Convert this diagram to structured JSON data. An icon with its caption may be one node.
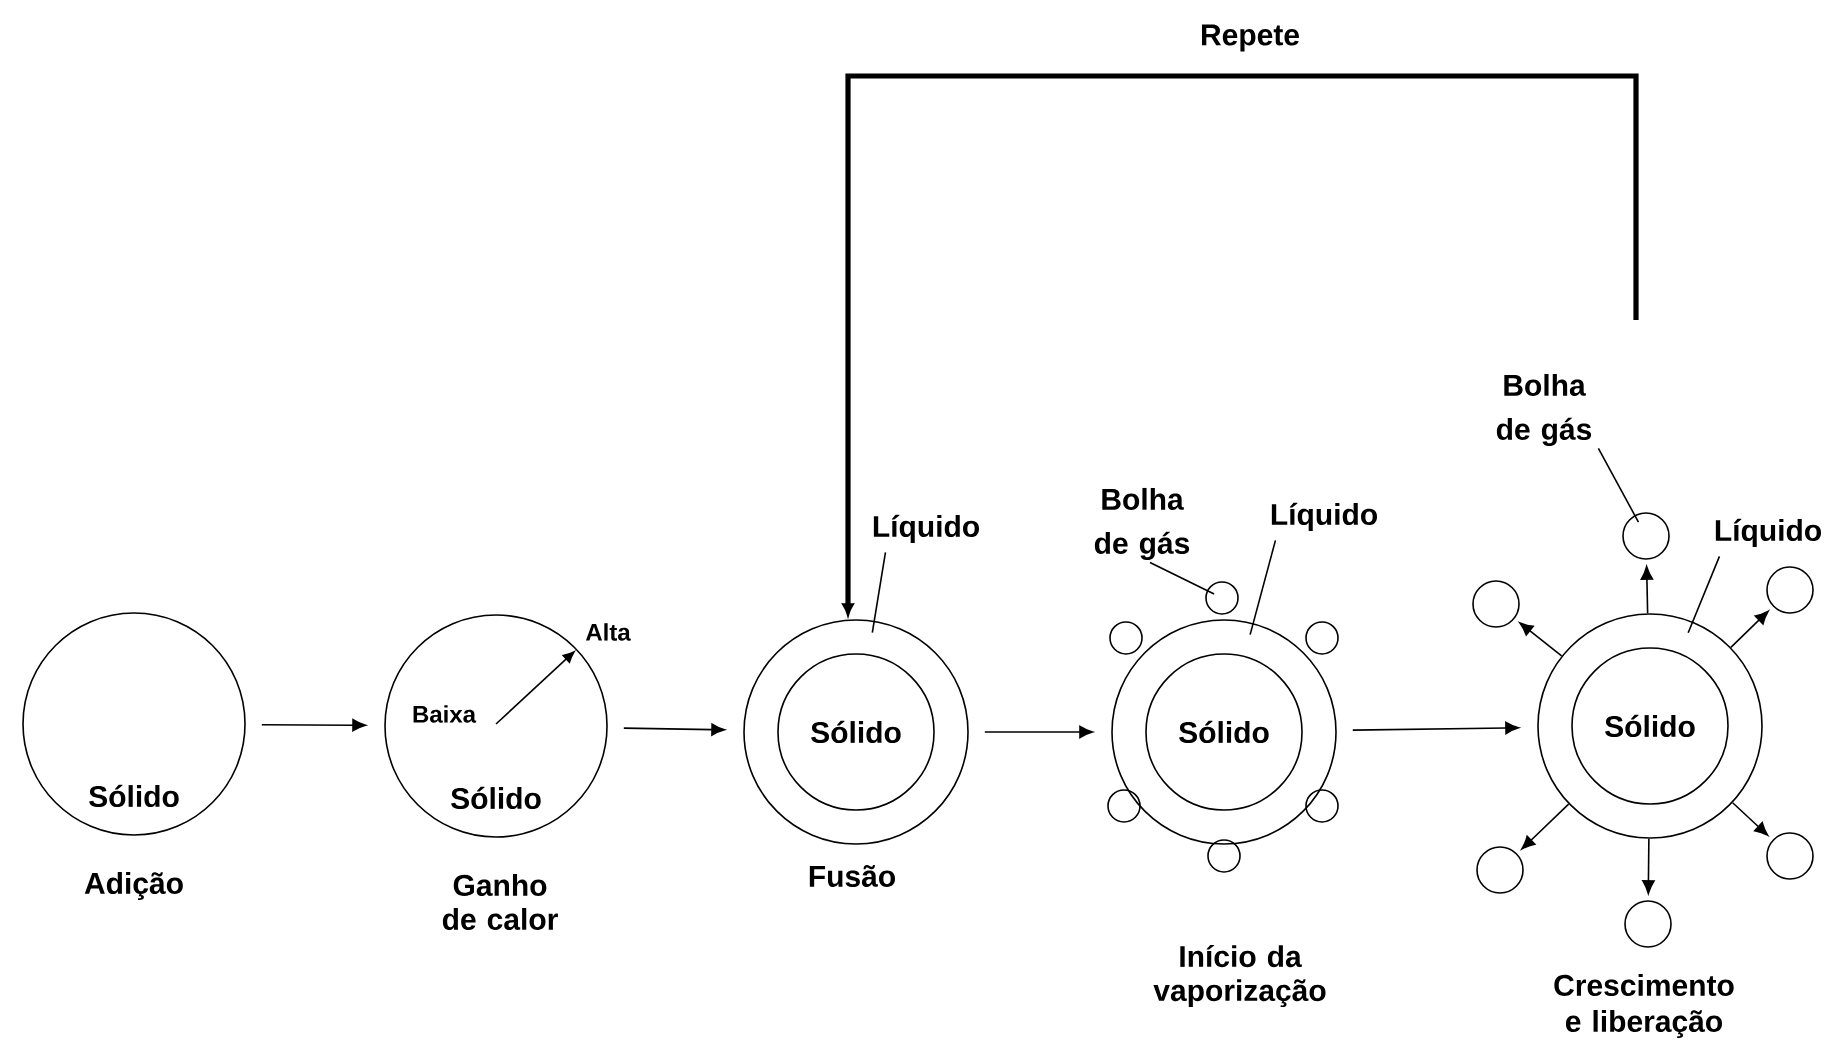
{
  "diagram": {
    "nodes": [
      {
        "text": [
          "Sólido"
        ],
        "beside": [
          "Adição"
        ]
      },
      {
        "text": [
          "Sólido"
        ],
        "beside": [
          "Ganho de calor"
        ]
      },
      {
        "text": [],
        "shape": "circle",
        "beside": [
          "Fusão"
        ]
      },
      {
        "text": [
          "Sólido"
        ],
        "in": 2
      },
      {
        "text": [
          "Líquido"
        ]
      },
      {
        "text": [],
        "shape": "circle",
        "beside": [
          "Início da vaporização"
        ]
      },
      {
        "text": [
          "Sólido"
        ],
        "in": 5
      },
      {
        "text": [
          "Líquido"
        ]
      },
      {
        "text": [
          "Bolha de gás"
        ]
      },
      {
        "text": [],
        "shape": "circle"
      },
      {
        "text": [],
        "shape": "circle"
      },
      {
        "text": [],
        "shape": "circle"
      },
      {
        "text": [],
        "shape": "circle"
      },
      {
        "text": [],
        "shape": "circle"
      },
      {
        "text": [],
        "shape": "circle"
      },
      {
        "text": [],
        "shape": "circle"
      },
      {
        "text": [
          "Sólido"
        ],
        "in": 15
      },
      {
        "text": [
          "Líquido"
        ]
      },
      {
        "text": [
          "Bolha de gás"
        ]
      },
      {
        "text": [],
        "shape": "circle"
      },
      {
        "text": [],
        "shape": "circle"
      },
      {
        "text": [],
        "shape": "circle"
      },
      {
        "text": [],
        "shape": "circle"
      },
      {
        "text": [],
        "shape": "circle"
      },
      {
        "text": [],
        "shape": "circle"
      }
    ],
    "edges": [
      {
        "from": 0,
        "to": 1,
        "arrow": "to"
      },
      {
        "from": 1,
        "to": 2,
        "arrow": "to"
      },
      {
        "from": 2,
        "to": 5,
        "arrow": "to"
      },
      {
        "from": 5,
        "to": 15,
        "arrow": "to"
      },
      {
        "from": null,
        "to": 2,
        "arrow": "to",
        "label": "Repete",
        "style": "thick"
      },
      {
        "from": 4,
        "to": 2,
        "arrow": "none"
      },
      {
        "from": 7,
        "to": 5,
        "arrow": "none"
      },
      {
        "from": 8,
        "to": 9,
        "arrow": "none"
      },
      {
        "from": 17,
        "to": 15,
        "arrow": "none"
      },
      {
        "from": 18,
        "to": 19,
        "arrow": "none"
      },
      {
        "from": 15,
        "to": 19,
        "arrow": "to"
      },
      {
        "from": 15,
        "to": 20,
        "arrow": "to"
      },
      {
        "from": 15,
        "to": 21,
        "arrow": "to"
      },
      {
        "from": 15,
        "to": 22,
        "arrow": "to"
      },
      {
        "from": 15,
        "to": 23,
        "arrow": "to"
      },
      {
        "from": 15,
        "to": 24,
        "arrow": "to"
      }
    ],
    "labels": [
      "Alta",
      "Baixa",
      "Crescimento e liberação"
    ]
  }
}
